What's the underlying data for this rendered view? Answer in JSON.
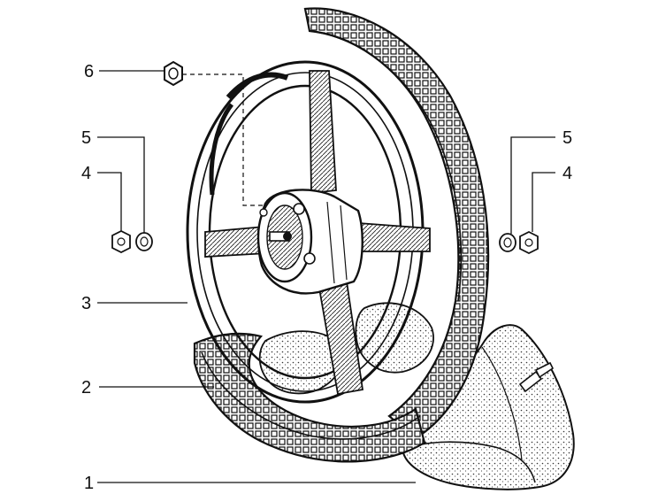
{
  "callouts": [
    {
      "id": "1",
      "label": "1"
    },
    {
      "id": "2",
      "label": "2"
    },
    {
      "id": "3",
      "label": "3"
    },
    {
      "id": "4a",
      "label": "4"
    },
    {
      "id": "5a",
      "label": "5"
    },
    {
      "id": "6",
      "label": "6"
    },
    {
      "id": "5b",
      "label": "5"
    },
    {
      "id": "4b",
      "label": "4"
    }
  ],
  "colors": {
    "ink": "#111111",
    "paper": "#ffffff",
    "shade": "#8a8a8a"
  }
}
